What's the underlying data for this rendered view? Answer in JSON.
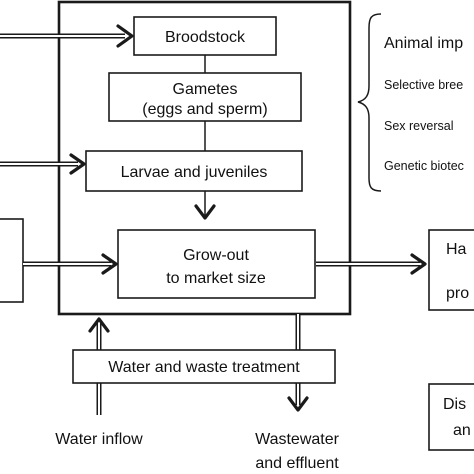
{
  "nodes": {
    "broodstock": "Broodstock",
    "gametes_line1": "Gametes",
    "gametes_line2": "(eggs and sperm)",
    "larvae": "Larvae and juveniles",
    "growout_line1": "Grow-out",
    "growout_line2": "to market size",
    "water_treatment": "Water and waste treatment",
    "harvest_line1": "Ha",
    "harvest_line2": "pro",
    "disease_line1": "Dis",
    "disease_line2": "an"
  },
  "labels": {
    "water_inflow": "Water inflow",
    "wastewater_line1": "Wastewater",
    "wastewater_line2": "and effluent"
  },
  "improvement": {
    "title": "Animal imp",
    "items": [
      "Selective bree",
      "Sex reversal",
      "Genetic biotec"
    ]
  }
}
